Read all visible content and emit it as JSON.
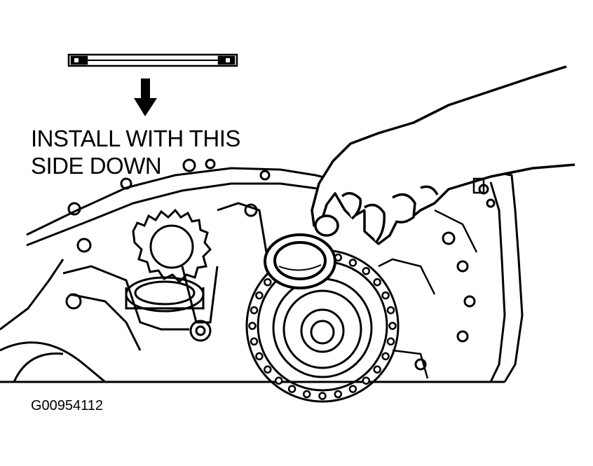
{
  "figure": {
    "instruction_line1": "INSTALL WITH THIS",
    "instruction_line2": "SIDE DOWN",
    "figure_id": "G00954112"
  },
  "colors": {
    "ink": "#000000",
    "paper": "#ffffff"
  },
  "icons": [
    "down-arrow-icon"
  ]
}
